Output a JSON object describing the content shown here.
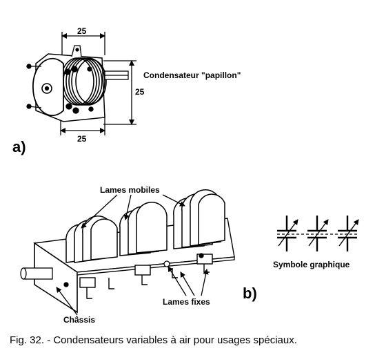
{
  "figure_a": {
    "part_label": "a)",
    "title": "Condensateur \"papillon\"",
    "dim_top": "25",
    "dim_right": "25",
    "dim_bottom": "25"
  },
  "figure_b": {
    "part_label": "b)",
    "moving_plates_label": "Lames mobiles",
    "fixed_plates_label": "Lames fixes",
    "chassis_label": "Châssis"
  },
  "symbol": {
    "label": "Symbole graphique",
    "variants": [
      "variable-capacitor",
      "variable-capacitor-ganged",
      "variable-capacitor-trimmer"
    ]
  },
  "caption": "Fig. 32. - Condensateurs variables à air pour usages spéciaux."
}
